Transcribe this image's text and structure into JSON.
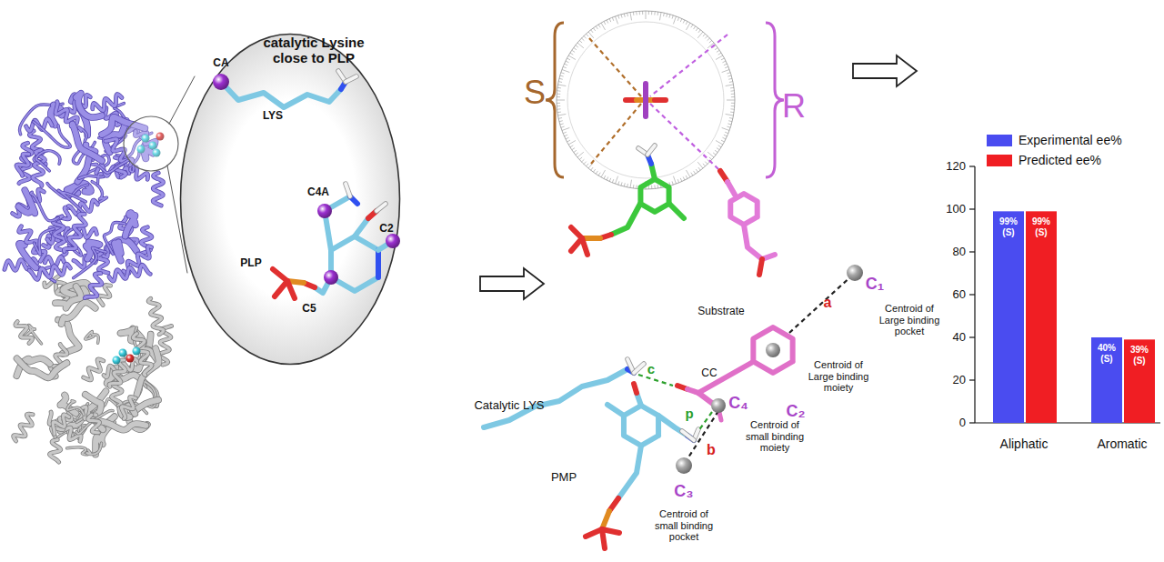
{
  "diagram": {
    "nodes": [
      {
        "text": [
          "catalytic Lysine close to PLP",
          "CA",
          "LYS",
          "C4A",
          "C2",
          "PLP",
          "C5"
        ]
      }
    ],
    "labels": [
      "S",
      "R",
      "Catalytic LYS",
      "c",
      "CC",
      "Substrate",
      "a",
      "C₁",
      "Centroid of Large binding pocket",
      "Centroid of Large binding moiety",
      "C₂",
      "p",
      "C₄",
      "Centroid of small binding moiety",
      "b",
      "C₃",
      "Centroid of small binding pocket",
      "PMP",
      "120",
      "100",
      "80",
      "60",
      "40",
      "20",
      "0",
      "Aliphatic",
      "Aromatic",
      "99% (S)",
      "99% (S)",
      "40% (S)",
      "39% (S)"
    ],
    "legend": [
      {
        "text": "Experimental ee%",
        "color": "#4a4cf0"
      },
      {
        "text": "Predicted ee%",
        "color": "#f01e23"
      }
    ]
  }
}
